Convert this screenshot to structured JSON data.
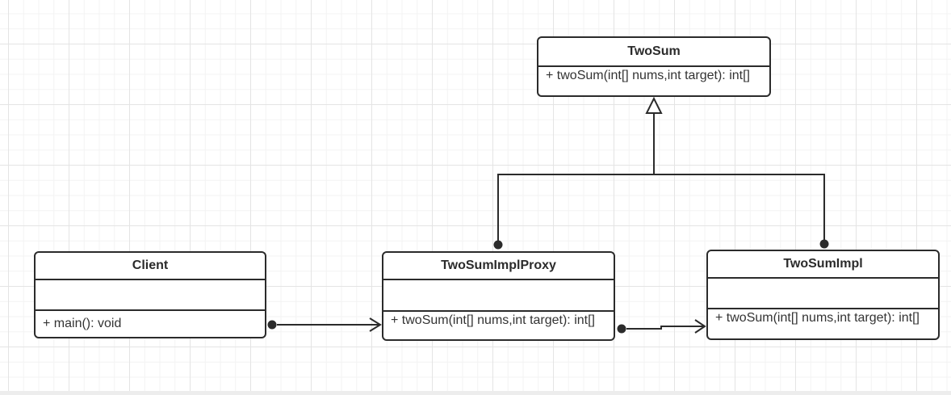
{
  "diagram": {
    "type": "uml-class-diagram",
    "pattern": "Proxy",
    "stroke_color": "#2b2b2b",
    "grid_minor_color": "#f3f3f3",
    "grid_major_color": "#e4e4e4",
    "background_color": "#ffffff",
    "classes": [
      {
        "title": "TwoSum",
        "attributes": [],
        "methods": [
          "+ twoSum(int[] nums,int target): int[]"
        ]
      },
      {
        "title": "Client",
        "attributes": [],
        "methods": [
          "+ main(): void"
        ]
      },
      {
        "title": "TwoSumImplProxy",
        "attributes": [],
        "methods": [
          "+ twoSum(int[] nums,int target): int[]"
        ]
      },
      {
        "title": "TwoSumImpl",
        "attributes": [],
        "methods": [
          "+ twoSum(int[] nums,int target): int[]"
        ]
      }
    ],
    "relations": [
      {
        "from": "TwoSumImplProxy",
        "to": "TwoSum",
        "type": "generalization",
        "end_marker": "hollow-triangle",
        "start_marker": "filled-dot"
      },
      {
        "from": "TwoSumImpl",
        "to": "TwoSum",
        "type": "generalization",
        "end_marker": "hollow-triangle",
        "start_marker": "filled-dot"
      },
      {
        "from": "Client",
        "to": "TwoSumImplProxy",
        "type": "association",
        "end_marker": "open-arrow",
        "start_marker": "filled-dot"
      },
      {
        "from": "TwoSumImplProxy",
        "to": "TwoSumImpl",
        "type": "association",
        "end_marker": "open-arrow",
        "start_marker": "filled-dot"
      }
    ]
  }
}
